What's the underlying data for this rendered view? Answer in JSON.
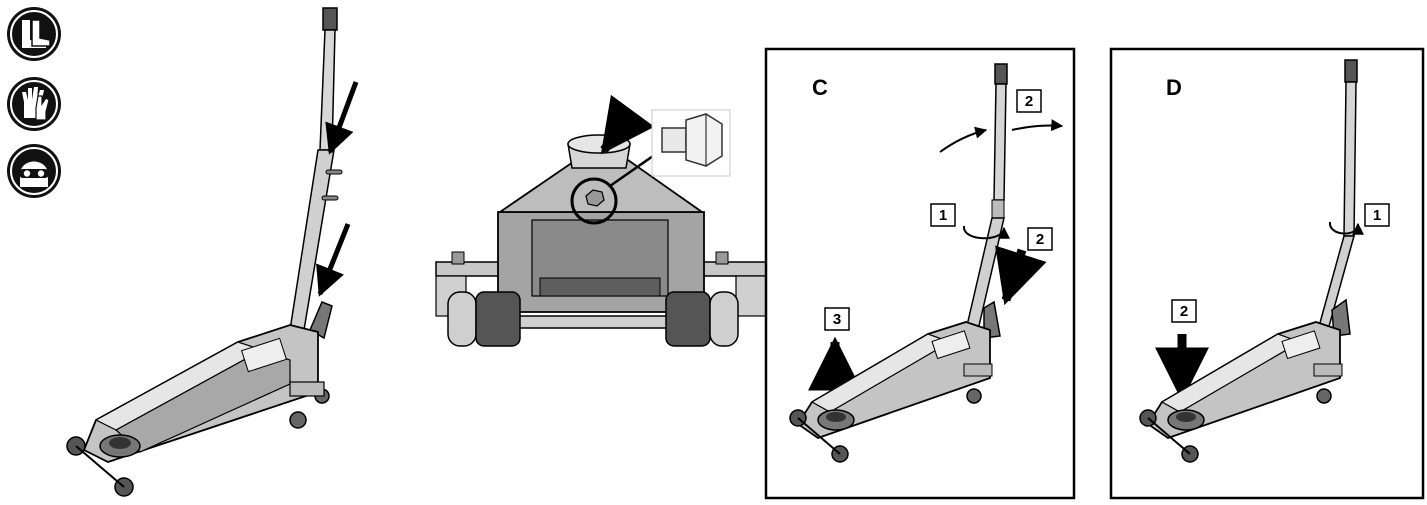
{
  "ppe_icons": [
    "safety-boots-icon",
    "protective-gloves-icon",
    "safety-goggles-icon"
  ],
  "panels": [
    {
      "letter": "C",
      "steps": [
        "2",
        "1",
        "2",
        "3"
      ]
    },
    {
      "letter": "D",
      "steps": [
        "1",
        "2"
      ]
    }
  ],
  "colors": {
    "ink": "#000000",
    "metal_light": "#d4d4d4",
    "metal_mid": "#a9a9a9",
    "metal_dark": "#6f6f6f",
    "wheel": "#555555"
  }
}
